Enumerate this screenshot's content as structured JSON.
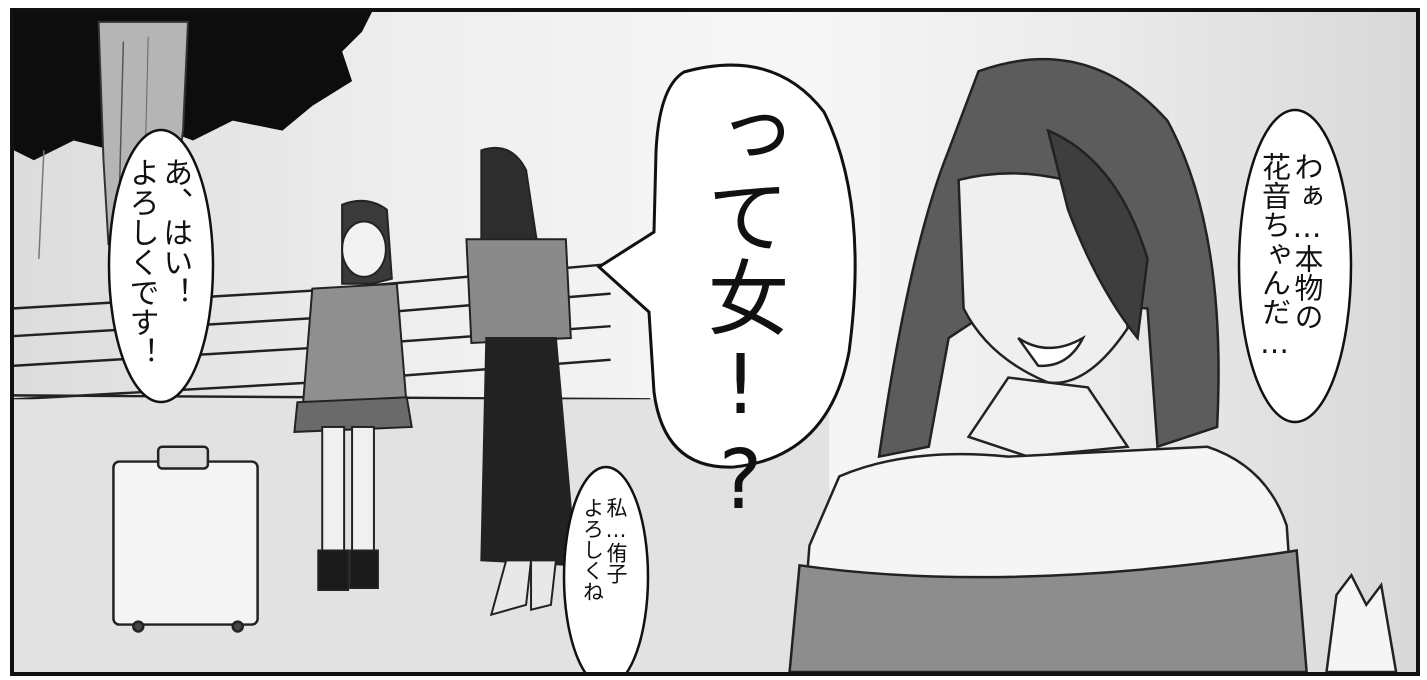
{
  "comic": {
    "panel_bubbles": {
      "greeting_reply": [
        "あ、はい！",
        "よろしくです！"
      ],
      "shout": "って女!?",
      "self_intro": [
        "私…侑子",
        "よろしくね"
      ],
      "awe": [
        "わぁ…本物の",
        "花音ちゃんだ…"
      ]
    }
  }
}
